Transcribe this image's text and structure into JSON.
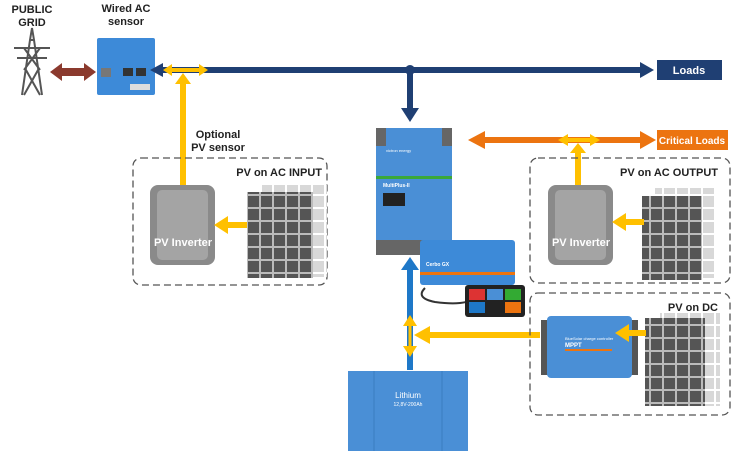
{
  "labels": {
    "public_grid_1": "PUBLIC",
    "public_grid_2": "GRID",
    "wired_ac_sensor_1": "Wired AC",
    "wired_ac_sensor_2": "sensor",
    "optional_pv_sensor_1": "Optional",
    "optional_pv_sensor_2": "PV sensor",
    "loads": "Loads",
    "critical_loads": "Critical Loads",
    "pv_on_ac_input": "PV on AC INPUT",
    "pv_on_ac_output": "PV on AC OUTPUT",
    "pv_on_dc": "PV on DC",
    "pv_inverter_input": "PV Inverter",
    "pv_inverter_output": "PV Inverter"
  },
  "devices": {
    "inverter": "MultiPlus-II",
    "gx": "Cerbo GX",
    "mppt_brand": "BlueSolar charge controller",
    "mppt": "MPPT",
    "battery": "Lithium",
    "battery_spec": "12,8V-200Ah",
    "brand": "victron energy"
  },
  "colors": {
    "ac_line": "#1f3f73",
    "dc_line": "#1e78c8",
    "pv_flow": "#ffc000",
    "critical": "#ec7410",
    "grid": "#8b3a2e",
    "device_blue": "#4a8fd6"
  }
}
